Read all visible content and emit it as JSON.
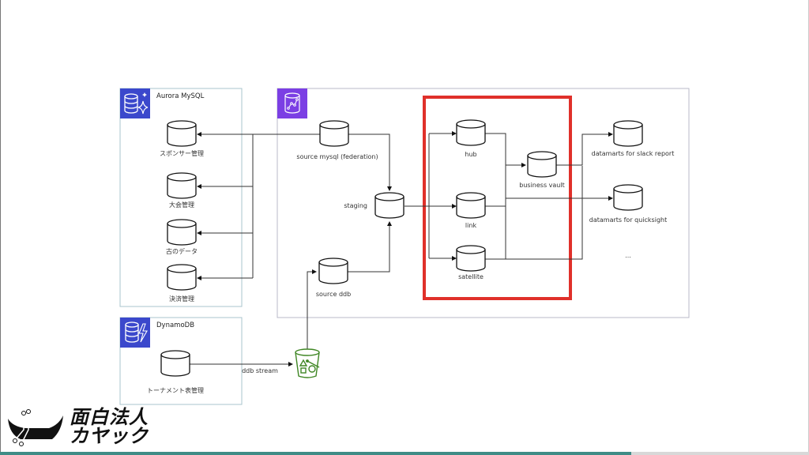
{
  "groups": {
    "aurora": {
      "label": "Aurora MySQL",
      "icon": "aurora-database-icon",
      "color": "#3b48cc"
    },
    "dynamodb": {
      "label": "DynamoDB",
      "icon": "dynamodb-icon",
      "color": "#3b48cc"
    },
    "datalake": {
      "label": "",
      "icon": "analytics-database-icon",
      "color": "#8c4fff"
    },
    "highlight": {
      "label": "",
      "color": "#e0302a"
    }
  },
  "nodes": {
    "sponsor": "スポンサー管理",
    "tournament": "大会管理",
    "old_data": "古のデータ",
    "payment": "決済管理",
    "bracket": "トーナメント表管理",
    "source_mysql": "source mysql (federation)",
    "staging": "staging",
    "source_ddb": "source ddb",
    "hub": "hub",
    "link": "link",
    "satellite": "satellite",
    "business_vault": "business vault",
    "dm_slack": "datamarts for slack report",
    "dm_quicksight": "datamarts for quicksight",
    "more": "..."
  },
  "edges": {
    "ddb_stream": "ddb stream"
  },
  "bucket": {
    "icon": "s3-bucket-icon",
    "color": "#3f8624"
  },
  "logo": {
    "line1": "面白法人",
    "line2": "カヤック"
  },
  "progress": {
    "fraction": 0.78,
    "color": "#3f8c86"
  }
}
